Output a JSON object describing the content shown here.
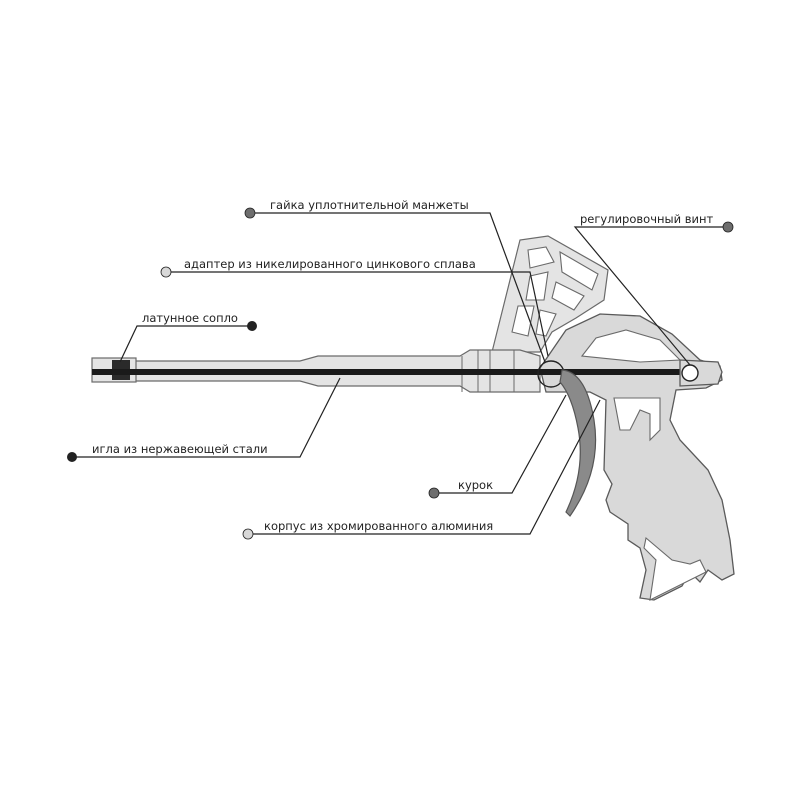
{
  "labels": {
    "seal_nut": "гайка уплотнительной манжеты",
    "adapter": "адаптер из никелированного цинкового сплава",
    "nozzle": "латунное сопло",
    "needle": "игла из нержавеющей стали",
    "trigger": "курок",
    "body": "корпус из хромированного алюминия",
    "screw": "регулировочный винт"
  },
  "marker_colors": {
    "dark": "#222222",
    "mid": "#6e6e6e",
    "light": "#d8d8d8"
  }
}
